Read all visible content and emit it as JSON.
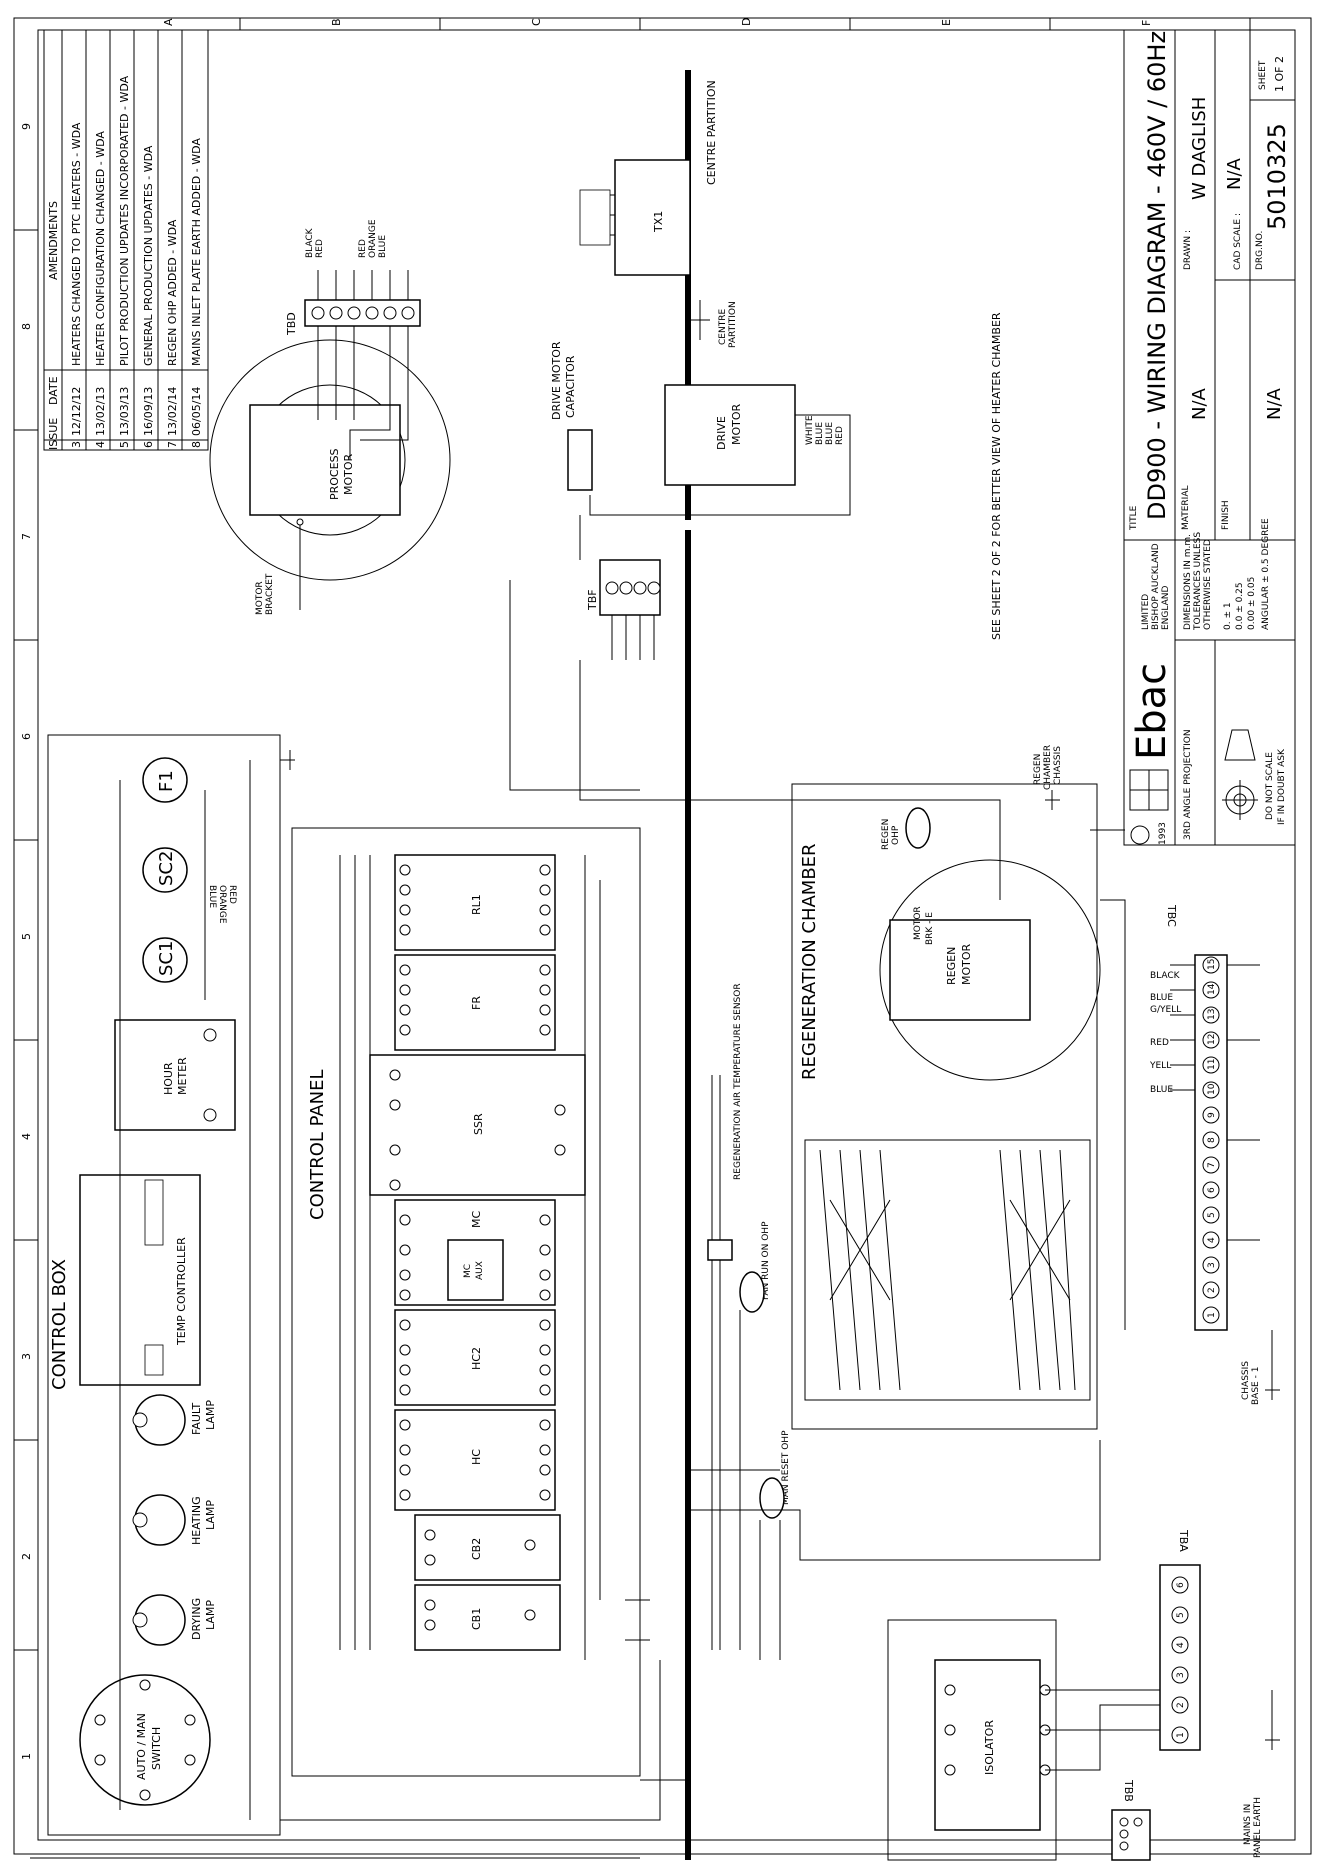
{
  "title_block": {
    "title_label": "TITLE",
    "title": "DD900 - WIRING DIAGRAM - 460V / 60Hz",
    "material_label": "MATERIAL",
    "material": "N/A",
    "finish_label": "FINISH",
    "finish": "N/A",
    "drawn_label": "DRAWN :",
    "drawn": "W DAGLISH",
    "cad_scale_label": "CAD SCALE :",
    "cad_scale": "N/A",
    "drg_no_label": "DRG.NO.",
    "drg_no": "5010325",
    "sheet_label": "SHEET",
    "sheet": "1 OF 2",
    "company_location": [
      "LIMITED",
      "BISHOP AUCKLAND",
      "ENGLAND"
    ],
    "year": "1993",
    "logo_text": "Ebac",
    "projection": "3RD ANGLE PROJECTION",
    "do_not_scale": [
      "DO NOT SCALE",
      "IF IN DOUBT ASK"
    ],
    "tolerances": [
      "DIMENSIONS IN m.m.",
      "TOLERANCES UNLESS",
      "OTHERWISE STATED",
      "0.    ± 1",
      "0.0   ± 0.25",
      "0.00  ± 0.05",
      "ANGULAR ± 0.5 DEGREE"
    ]
  },
  "amendments": {
    "title": "AMENDMENTS",
    "headers": [
      "ISSUE",
      "DATE"
    ],
    "rows": [
      {
        "issue": "3",
        "date": "12/12/12",
        "text": "HEATERS CHANGED TO PTC HEATERS - WDA"
      },
      {
        "issue": "4",
        "date": "13/02/13",
        "text": "HEATER CONFIGURATION CHANGED - WDA"
      },
      {
        "issue": "5",
        "date": "13/03/13",
        "text": "PILOT PRODUCTION UPDATES INCORPORATED - WDA"
      },
      {
        "issue": "6",
        "date": "16/09/13",
        "text": "GENERAL PRODUCTION UPDATES - WDA"
      },
      {
        "issue": "7",
        "date": "13/02/14",
        "text": "REGEN OHP ADDED - WDA"
      },
      {
        "issue": "8",
        "date": "06/05/14",
        "text": "MAINS INLET PLATE EARTH ADDED - WDA"
      }
    ]
  },
  "grid": {
    "rows": [
      "1",
      "2",
      "3",
      "4",
      "5",
      "6",
      "7",
      "8",
      "9"
    ],
    "cols": [
      "A",
      "B",
      "C",
      "D",
      "E",
      "F"
    ]
  },
  "notes": {
    "see_sheet": "SEE SHEET 2 OF 2 FOR BETTER VIEW OF HEATER CHAMBER"
  },
  "labels": {
    "centre_partition": "CENTRE PARTITION",
    "centre_partition_small": [
      "CENTRE",
      "PARTITION"
    ],
    "tx1": "TX1",
    "drive_motor_capacitor": [
      "DRIVE MOTOR",
      "CAPACITOR"
    ],
    "drive_motor": [
      "DRIVE",
      "MOTOR"
    ],
    "drive_motor_wires": [
      "WHITE",
      "BLUE",
      "BLUE",
      "RED"
    ],
    "tbd": "TBD",
    "tbd_wires": [
      "BLACK",
      "RED",
      "RED",
      "ORANGE",
      "BLUE"
    ],
    "tbf": "TBF",
    "process_motor": [
      "PROCESS",
      "MOTOR"
    ],
    "motor_bracket": [
      "MOTOR",
      "BRACKET"
    ],
    "control_box": "CONTROL BOX",
    "control_panel": "CONTROL PANEL",
    "f1": "F1",
    "sc1": "SC1",
    "sc2": "SC2",
    "sc_wires": [
      "BLUE",
      "ORANGE",
      "RED"
    ],
    "hour_meter": [
      "HOUR",
      "METER"
    ],
    "temp_controller": "TEMP CONTROLLER",
    "fault_lamp": [
      "FAULT",
      "LAMP"
    ],
    "heating_lamp": [
      "HEATING",
      "LAMP"
    ],
    "drying_lamp": [
      "DRYING",
      "LAMP"
    ],
    "auto_man_switch": [
      "AUTO / MAN",
      "SWITCH"
    ],
    "rl1": "RL1",
    "fr": "FR",
    "ssr": "SSR",
    "mc": "MC",
    "mc_aux": [
      "MC",
      "AUX"
    ],
    "hc2": "HC2",
    "hc": "HC",
    "cb2": "CB2",
    "cb1": "CB1",
    "regen_air_temp_sensor": "REGENERATION AIR TEMPERATURE SENSOR",
    "fan_run_on_ohp": "FAN RUN ON OHP",
    "man_reset_ohp": "MAN RESET OHP",
    "regeneration_chamber": "REGENERATION CHAMBER",
    "regen_ohp": [
      "REGEN",
      "OHP"
    ],
    "regen_chamber_chassis": [
      "REGEN",
      "CHAMBER",
      "CHASSIS"
    ],
    "regen_motor": [
      "REGEN",
      "MOTOR"
    ],
    "motor_brk_e": [
      "MOTOR",
      "BRK - E"
    ],
    "tbc": "TBC",
    "tbc_wires": [
      "BLACK",
      "BLUE",
      "G/YELL",
      "RED",
      "YELL",
      "BLUE"
    ],
    "tbc_terminals": [
      "1",
      "2",
      "3",
      "4",
      "5",
      "6",
      "7",
      "8",
      "9",
      "10",
      "11",
      "12",
      "13",
      "14",
      "15"
    ],
    "chassis_base": [
      "CHASSIS",
      "BASE - 1"
    ],
    "tba": "TBA",
    "tba_terminals": [
      "1",
      "2",
      "3",
      "4",
      "5",
      "6"
    ],
    "tbb": "TBB",
    "isolator": "ISOLATOR",
    "mains_in_panel_earth": [
      "MAINS IN",
      "PANEL EARTH"
    ]
  },
  "colors": {
    "ink": "#000000",
    "paper": "#ffffff"
  }
}
